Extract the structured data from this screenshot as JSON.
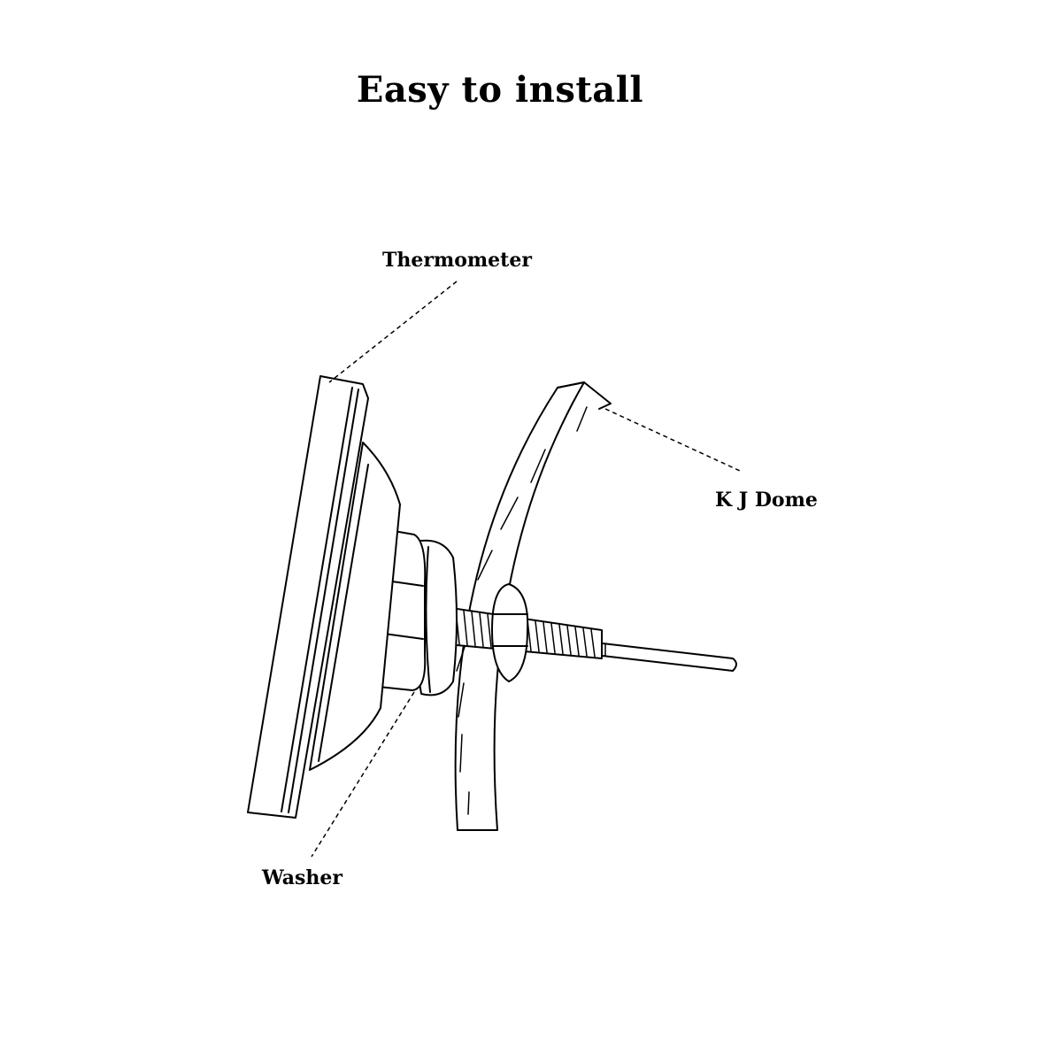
{
  "title": "Easy to install",
  "labels": {
    "thermometer": "Thermometer",
    "dome": "K J Dome",
    "washer": "Washer"
  }
}
